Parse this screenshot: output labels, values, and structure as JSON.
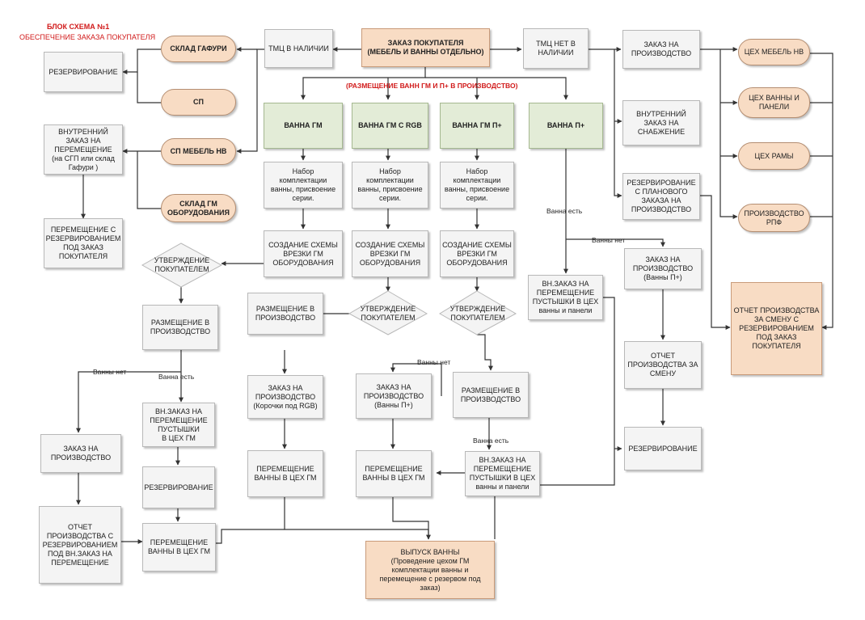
{
  "header": {
    "title": "БЛОК СХЕМА №1",
    "subtitle": "ОБЕСПЕЧЕНИЕ ЗАКАЗА ПОКУПАТЕЛЯ"
  },
  "colors": {
    "accent": "#d11a1a",
    "green_box": "#e3ecd7",
    "peach_box": "#f8dcc4",
    "gray_box": "#f4f4f4"
  },
  "nodes": {
    "order": "ЗАКАЗ ПОКУПАТЕЛЯ\n(МЕБЕЛЬ И ВАННЫ ОТДЕЛЬНО)",
    "tmc_yes": "ТМЦ В НАЛИЧИИ",
    "tmc_no": "ТМЦ НЕТ В\nНАЛИЧИИ",
    "sklad_gafuri": "СКЛАД ГАФУРИ",
    "sp": "СП",
    "sp_mebel": "СП МЕБЕЛЬ НВ",
    "sklad_gm": "СКЛАД ГМ\nОБОРУДОВАНИЯ",
    "reserve_left": "РЕЗЕРВИРОВАНИЕ",
    "internal_move": "ВНУТРЕННИЙ\nЗАКАЗ НА\nПЕРЕМЕЩЕНИЕ\n(на СГП или склад\nГафури )",
    "move_reserve": "ПЕРЕМЕЩЕНИЕ С\nРЕЗЕРВИРОВАНИЕМ\nПОД ЗАКАЗ\nПОКУПАТЕЛЯ",
    "bath_gm": "ВАННА ГМ",
    "bath_gm_rgb": "ВАННА ГМ С RGB",
    "bath_gm_p": "ВАННА ГМ П+",
    "bath_p": "ВАННА П+",
    "kit1": "Набор\nкомплектации\nванны, присвоение\nсерии.",
    "kit2": "Набор\nкомплектации\nванны, присвоение\nсерии.",
    "kit3": "Набор\nкомплектации\nванны, присвоение\nсерии.",
    "scheme1": "СОЗДАНИЕ СХЕМЫ\nВРЕЗКИ ГМ\nОБОРУДОВАНИЯ",
    "scheme2": "СОЗДАНИЕ СХЕМЫ\nВРЕЗКИ ГМ\nОБОРУДОВАНИЯ",
    "scheme3": "СОЗДАНИЕ СХЕМЫ\nВРЕЗКИ ГМ\nОБОРУДОВАНИЯ",
    "approve1": "УТВЕРЖДЕНИЕ\nПОКУПАТЕЛЕМ",
    "approve2": "УТВЕРЖДЕНИЕ\nПОКУПАТЕЛЕМ",
    "approve3": "УТВЕРЖДЕНИЕ\nПОКУПАТЕЛЕМ",
    "place1": "РАЗМЕЩЕНИЕ В\nПРОИЗВОДСТВО",
    "place2": "РАЗМЕЩЕНИЕ В\nПРОИЗВОДСТВО",
    "place3": "РАЗМЕЩЕНИЕ В\nПРОИЗВОДСТВО",
    "order_prod_left": "ЗАКАЗ НА\nПРОИЗВОДСТВО",
    "vn_order_gm": "ВН.ЗАКАЗ НА\nПЕРЕМЕЩЕНИЕ\nПУСТЫШКИ\nВ ЦЕХ ГМ",
    "reserve_mid": "РЕЗЕРВИРОВАНИЕ",
    "report_left": "ОТЧЕТ\nПРОИЗВОДСТВА С\nРЕЗЕРВИРОВАНИЕМ\nПОД ВН.ЗАКАЗ НА\nПЕРЕМЕЩЕНИЕ",
    "move_gm1": "ПЕРЕМЕЩЕНИЕ\nВАННЫ В ЦЕХ ГМ",
    "order_rgb": "ЗАКАЗ НА\nПРОИЗВОДСТВО\n(Корочки под RGB)",
    "move_gm2": "ПЕРЕМЕЩЕНИЕ\nВАННЫ В ЦЕХ ГМ",
    "order_p": "ЗАКАЗ НА\nПРОИЗВОДСТВО\n(Ванны П+)",
    "move_gm3": "ПЕРЕМЕЩЕНИЕ\nВАННЫ В ЦЕХ ГМ",
    "vn_order_panels": "ВН.ЗАКАЗ НА\nПЕРЕМЕЩЕНИЕ\nПУСТЫШКИ В ЦЕХ\nванны и панели",
    "release": "ВЫПУСК ВАННЫ\n(Проведение цехом ГМ\nкомплектации ванны и\nперемещение с резервом под\nзаказ)",
    "vn_order_p": "ВН.ЗАКАЗ НА\nПЕРЕМЕЩЕНИЕ\nПУСТЫШКИ В ЦЕХ\nванны и панели",
    "order_prod": "ЗАКАЗ НА\nПРОИЗВОДСТВО",
    "internal_supply": "ВНУТРЕННИЙ\nЗАКАЗ НА\nСНАБЖЕНИЕ",
    "reserve_plan": "РЕЗЕРВИРОВАНИЕ\nС ПЛАНОВОГО\nЗАКАЗА НА\nПРОИЗВОДСТВО",
    "order_prod_p": "ЗАКАЗ НА\nПРОИЗВОДСТВО\n(Ванны П+)",
    "report_shift": "ОТЧЕТ\nПРОИЗВОДСТВА ЗА\nСМЕНУ",
    "reserve_right": "РЕЗЕРВИРОВАНИЕ",
    "shop_mebel": "ЦЕХ МЕБЕЛЬ НВ",
    "shop_bath": "ЦЕХ ВАННЫ И\nПАНЕЛИ",
    "shop_frame": "ЦЕХ РАМЫ",
    "shop_rpf": "ПРОИЗВОДСТВО\nРПФ",
    "report_big": "ОТЧЕТ ПРОИЗВОДСТВА\nЗА СМЕНУ С\nРЕЗЕРВИРОВАНИЕМ\nПОД ЗАКАЗ\nПОКУПАТЕЛЯ"
  },
  "labels": {
    "placement_note": "(РАЗМЕЩЕНИЕ ВАНН ГМ И П+ В ПРОИЗВОДСТВО)",
    "baths_no_1": "Ванны нет",
    "baths_yes_1": "Ванна есть",
    "baths_no_2": "Ванны нет",
    "baths_yes_2": "Ванна есть",
    "bath_yes_p": "Ванна есть",
    "baths_no_p": "Ванны нет"
  }
}
